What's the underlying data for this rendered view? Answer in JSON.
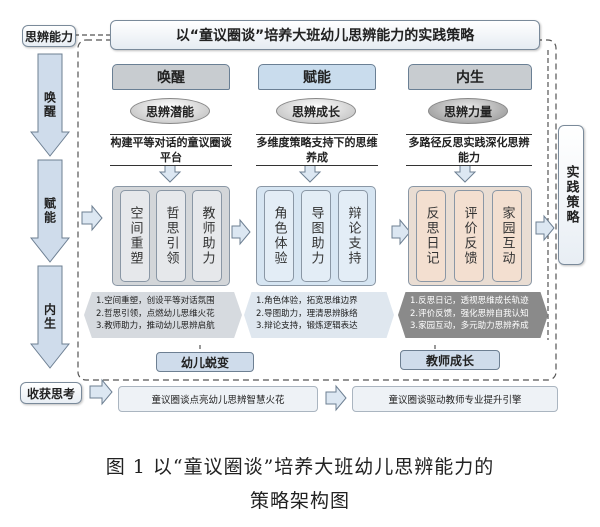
{
  "title": "以“童议圈谈”培养大班幼儿思辨能力的实践策略",
  "left_column": {
    "top": "思辨能力",
    "stages": [
      "唤醒",
      "赋能",
      "内生"
    ],
    "bottom": "收获思考"
  },
  "right_box": "实践策略",
  "columns": [
    {
      "tab": "唤醒",
      "ellipse": "思辨潜能",
      "strategy": "构建平等对话的童议圈谈平台",
      "cards": [
        "空间重塑",
        "哲思引领",
        "教师助力"
      ],
      "summary": [
        "1.空间重塑，创设平等对话氛围",
        "2.哲思引领，点燃幼儿思维火花",
        "3.教师助力，推动幼儿思辨启航"
      ]
    },
    {
      "tab": "赋能",
      "ellipse": "思辨成长",
      "strategy": "多维度策略支持下的思维养成",
      "cards": [
        "角色体验",
        "导图助力",
        "辩论支持"
      ],
      "summary": [
        "1.角色体验，拓宽思维边界",
        "2.导图助力，理清思辨脉络",
        "3.辩论支持，锻炼逻辑表达"
      ]
    },
    {
      "tab": "内生",
      "ellipse": "思辨力量",
      "strategy": "多路径反思实践深化思辨能力",
      "cards": [
        "反思日记",
        "评价反馈",
        "家园互动"
      ],
      "summary": [
        "1.反思日记，透视思维成长轨迹",
        "2.评价反馈，强化思辨自我认知",
        "3.家园互动，多元助力思辨养成"
      ]
    }
  ],
  "outcomes": [
    {
      "header": "幼儿蜕变",
      "text": "童议圈谈点亮幼儿思辨智慧火花"
    },
    {
      "header": "教师成长",
      "text": "童议圈谈驱动教师专业提升引擎"
    }
  ],
  "caption": {
    "line1": "图 1  以“童议圈谈”培养大班幼儿思辨能力的",
    "line2": "策略架构图"
  },
  "colors": {
    "tab_blue": "#c9dced",
    "tab_gray": "#c8ccd0",
    "col_blue": "#d6e5f2",
    "col_gray": "#d3d6d9",
    "col_peach": "#f3dfd0",
    "hex_dark": "#8a8a8a"
  }
}
